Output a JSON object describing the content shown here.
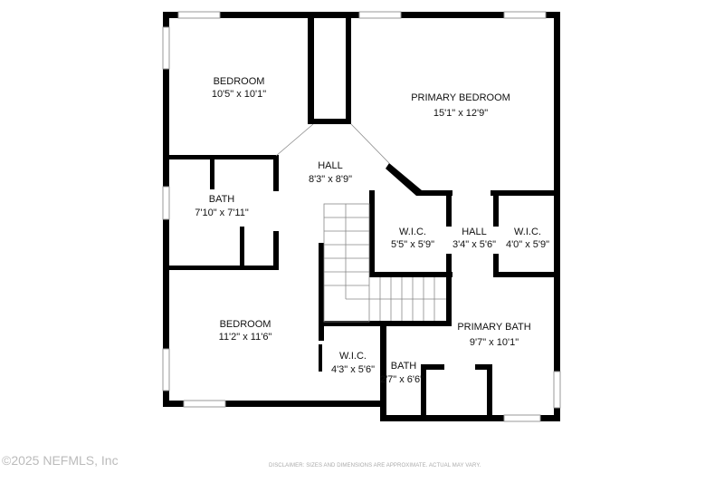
{
  "rooms": [
    {
      "name": "BEDROOM",
      "size": "10'5\" x 10'1\""
    },
    {
      "name": "PRIMARY BEDROOM",
      "size": "15'1\" x 12'9\""
    },
    {
      "name": "HALL",
      "size": "8'3\" x 8'9\""
    },
    {
      "name": "BATH",
      "size": "7'10\" x 7'11\""
    },
    {
      "name": "W.I.C.",
      "size": "5'5\" x 5'9\""
    },
    {
      "name": "HALL",
      "size": "3'4\" x 5'6\""
    },
    {
      "name": "W.I.C.",
      "size": "4'0\" x 5'9\""
    },
    {
      "name": "BEDROOM",
      "size": "11'2\" x 11'6\""
    },
    {
      "name": "PRIMARY BATH",
      "size": "9'7\" x 10'1\""
    },
    {
      "name": "W.I.C.",
      "size": "4'3\" x 5'6\""
    },
    {
      "name": "BATH",
      "size": "2'7\" x 6'6\""
    }
  ],
  "copyright": "©2025 NEFMLS, Inc",
  "disclaimer": "DISCLAIMER: SIZES AND DIMENSIONS ARE APPROXIMATE. ACTUAL MAY VARY."
}
